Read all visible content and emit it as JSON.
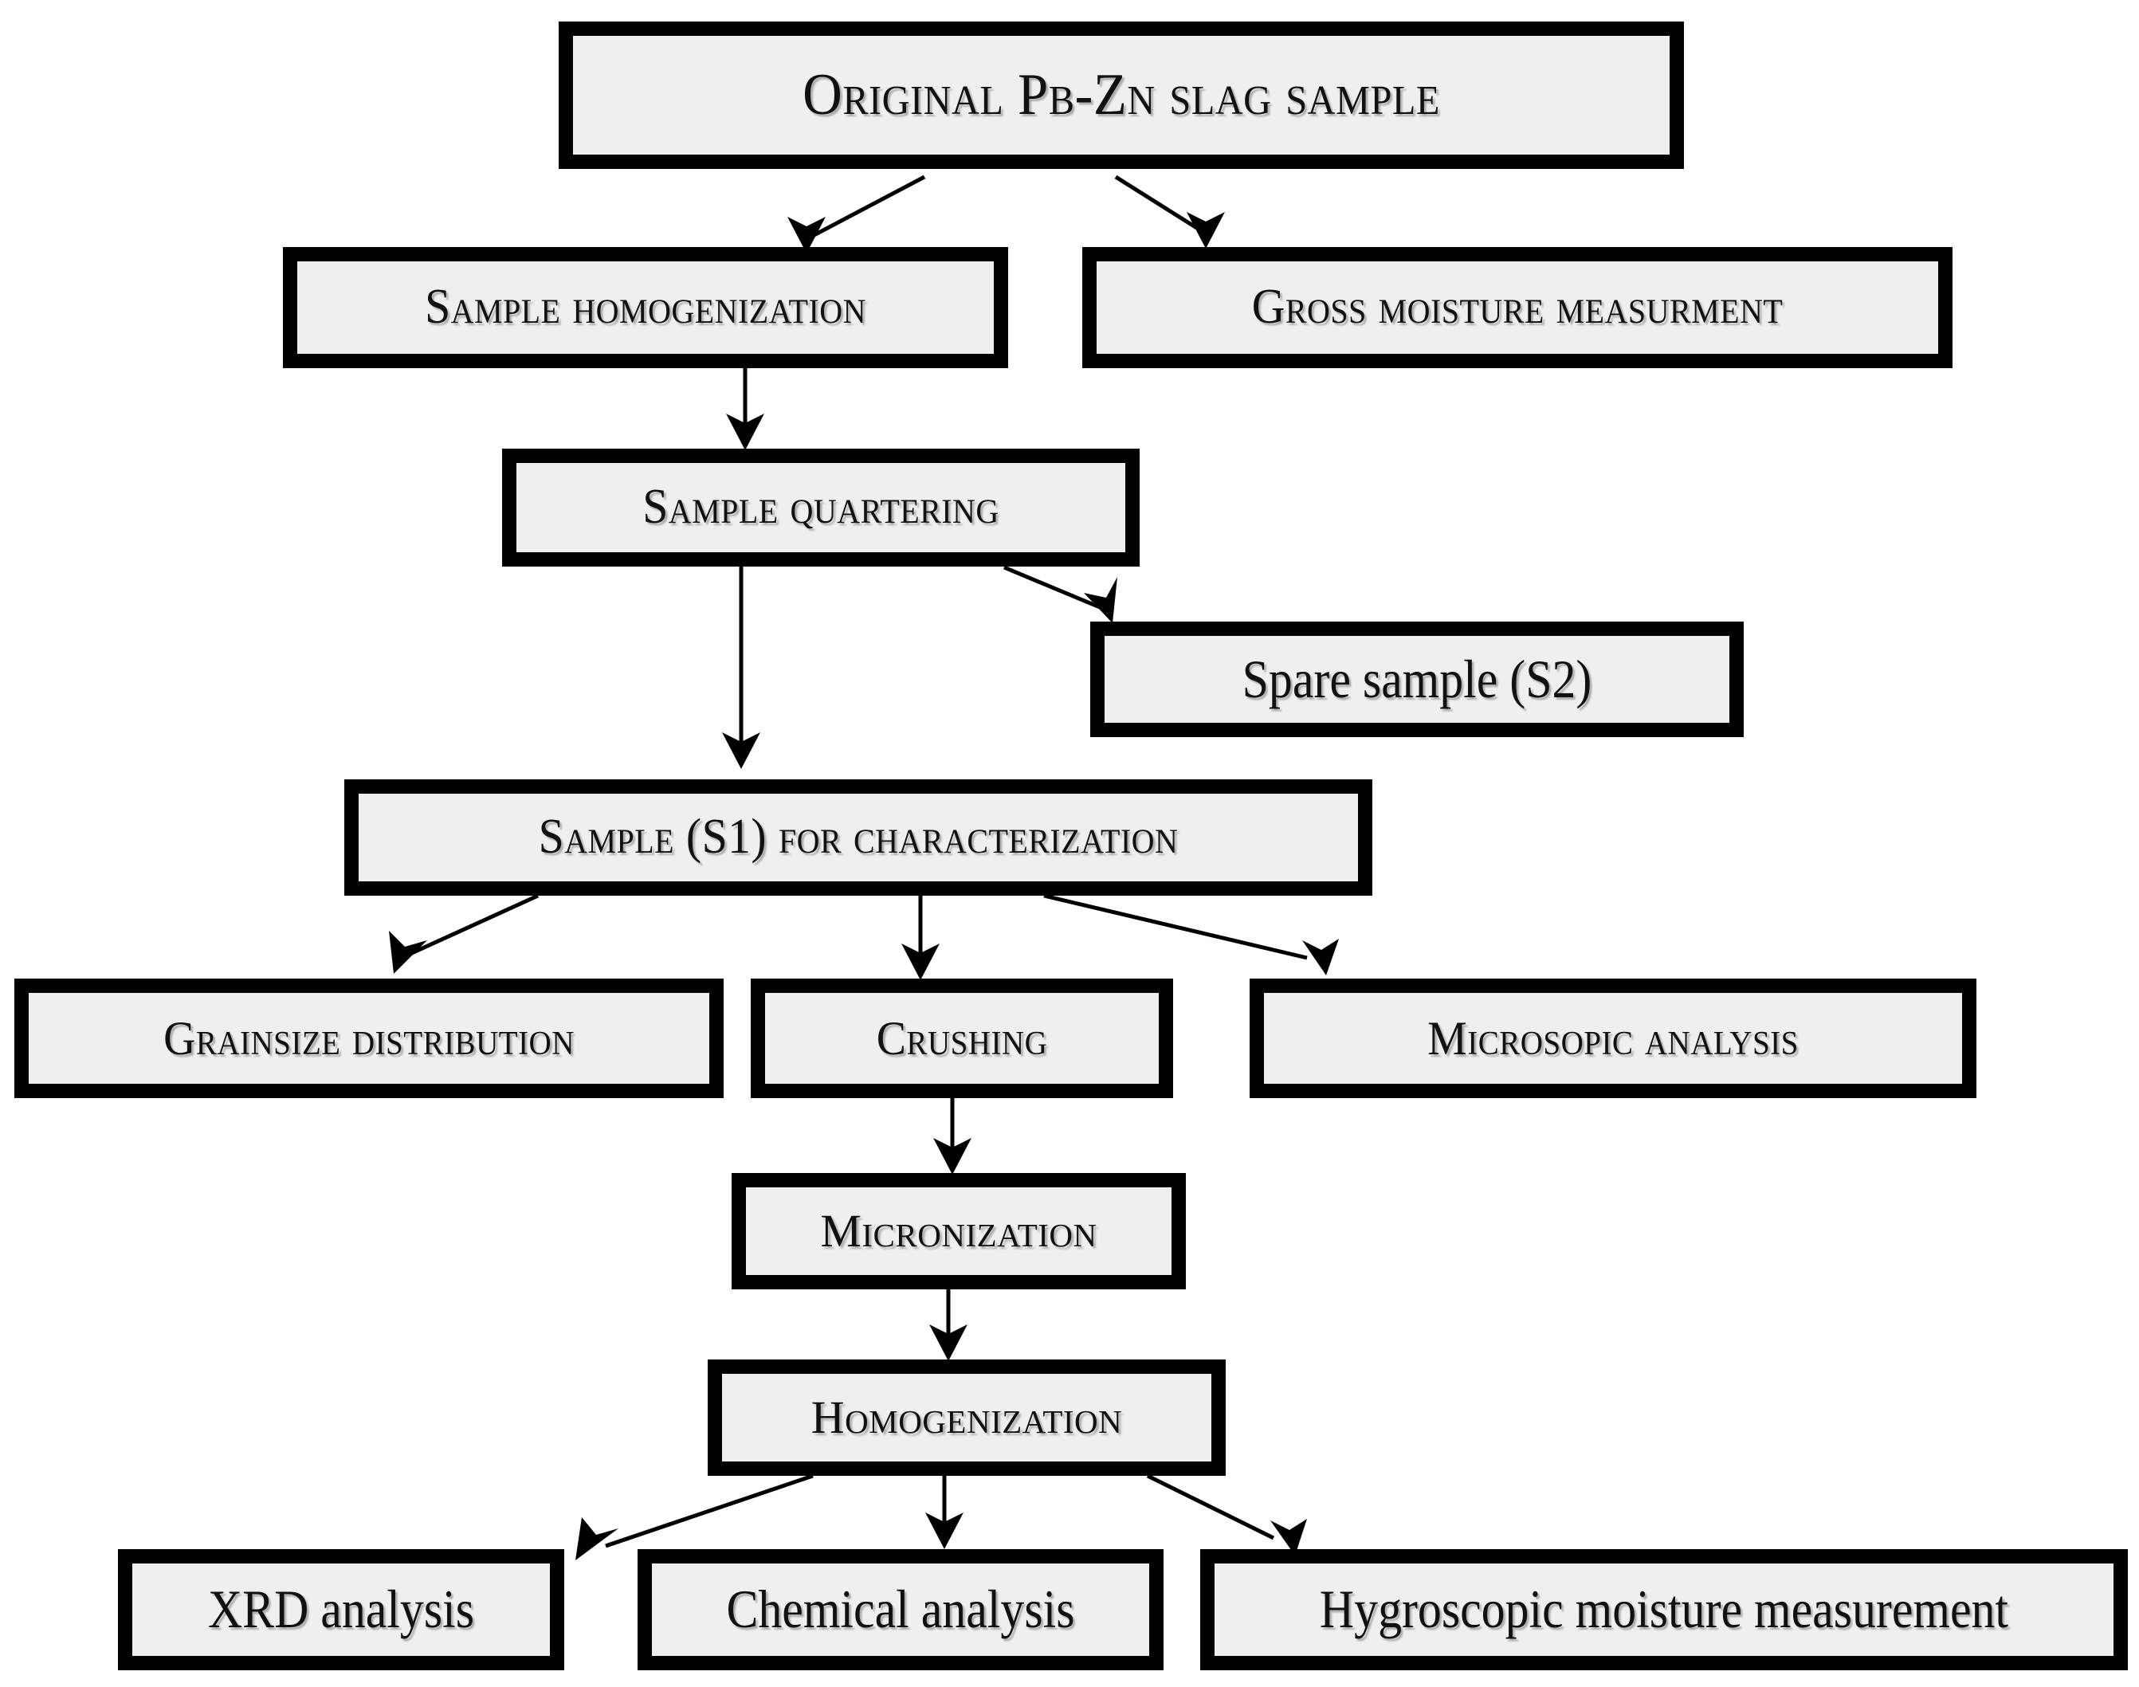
{
  "diagram": {
    "title": "Pb-Zn slag sample preparation and characterization flowchart",
    "style": {
      "box_fill": "#efefef",
      "box_border": "#000000",
      "arrow_color": "#000000",
      "background": "#ffffff"
    },
    "nodes": [
      {
        "id": "original",
        "label": "Original Pb-Zn slag sample",
        "case": "small-caps"
      },
      {
        "id": "homogenization",
        "label": "Sample homogenization",
        "case": "small-caps"
      },
      {
        "id": "gross_moisture",
        "label": "Gross moisture measurment",
        "case": "small-caps"
      },
      {
        "id": "quartering",
        "label": "Sample quartering",
        "case": "small-caps"
      },
      {
        "id": "spare_sample",
        "label": "Spare sample (S2)",
        "case": "sentence"
      },
      {
        "id": "sample_s1",
        "label": "Sample (S1) for characterization",
        "case": "small-caps"
      },
      {
        "id": "grainsize",
        "label": "Grainsize distribution",
        "case": "small-caps"
      },
      {
        "id": "crushing",
        "label": "Crushing",
        "case": "small-caps"
      },
      {
        "id": "microscopic",
        "label": "Microsopic analysis",
        "case": "small-caps"
      },
      {
        "id": "micronization",
        "label": "Micronization",
        "case": "small-caps"
      },
      {
        "id": "homogenization2",
        "label": "Homogenization",
        "case": "small-caps"
      },
      {
        "id": "xrd",
        "label": "XRD analysis",
        "case": "sentence"
      },
      {
        "id": "chemical",
        "label": "Chemical analysis",
        "case": "sentence"
      },
      {
        "id": "hygroscopic",
        "label": "Hygroscopic moisture measurement",
        "case": "sentence"
      }
    ],
    "edges": [
      {
        "from": "original",
        "to": "homogenization"
      },
      {
        "from": "original",
        "to": "gross_moisture"
      },
      {
        "from": "homogenization",
        "to": "quartering"
      },
      {
        "from": "quartering",
        "to": "sample_s1"
      },
      {
        "from": "quartering",
        "to": "spare_sample"
      },
      {
        "from": "sample_s1",
        "to": "grainsize"
      },
      {
        "from": "sample_s1",
        "to": "crushing"
      },
      {
        "from": "sample_s1",
        "to": "microscopic"
      },
      {
        "from": "crushing",
        "to": "micronization"
      },
      {
        "from": "micronization",
        "to": "homogenization2"
      },
      {
        "from": "homogenization2",
        "to": "xrd"
      },
      {
        "from": "homogenization2",
        "to": "chemical"
      },
      {
        "from": "homogenization2",
        "to": "hygroscopic"
      }
    ]
  }
}
